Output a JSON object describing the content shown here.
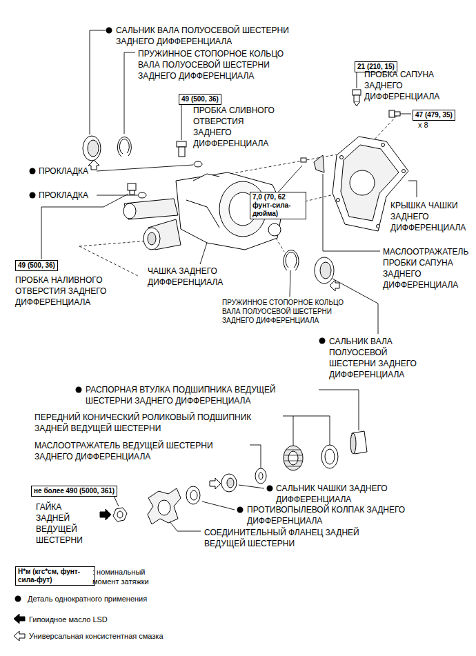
{
  "diagram": {
    "nodes": [
      {
        "text": [
          "21 (210, 15)"
        ]
      },
      {
        "text": [
          "49 (500, 36)"
        ]
      },
      {
        "text": [
          "47 (479, 35)"
        ]
      },
      {
        "text": [
          "7,0 (70, 62 фунт-сила-дюйма)"
        ]
      },
      {
        "text": [
          "49 (500, 36)"
        ]
      },
      {
        "text": [
          "не более 490 (5000, 361)"
        ]
      },
      {
        "text": [
          "Н*м (кгс*см, фунт-сила-фут)"
        ]
      }
    ],
    "labels": [
      "САЛЬНИК ВАЛА ПОЛУОСЕВОЙ ШЕСТЕРНИ ЗАДНЕГО ДИФФЕРЕНЦИАЛА",
      "ПРУЖИННОЕ СТОПОРНОЕ КОЛЬЦО ВАЛА ПОЛУОСЕВОЙ ШЕСТЕРНИ ЗАДНЕГО ДИФФЕРЕНЦИАЛА",
      "ПРОБКА СЛИВНОГО ОТВЕРСТИЯ ЗАДНЕГО ДИФФЕРЕНЦИАЛА",
      "ПРОБКА САПУНА ЗАДНЕГО ДИФФЕРЕНЦИАЛА",
      "x 8",
      "ПРОКЛАДКА",
      "ПРОКЛАДКА",
      "КРЫШКА ЧАШКИ ЗАДНЕГО ДИФФЕРЕНЦИАЛА",
      "МАСЛООТРАЖАТЕЛЬ ПРОБКИ САПУНА ЗАДНЕГО ДИФФЕРЕНЦИАЛА",
      "ПРОБКА НАЛИВНОГО ОТВЕРСТИЯ ЗАДНЕГО ДИФФЕРЕНЦИАЛА",
      "ЧАШКА ЗАДНЕГО ДИФФЕРЕНЦИАЛА",
      "ПРУЖИННОЕ СТОПОРНОЕ КОЛЬЦО ВАЛА ПОЛУОСЕВОЙ ШЕСТЕРНИ ЗАДНЕГО ДИФФЕРЕНЦИАЛА",
      "САЛЬНИК ВАЛА ПОЛУОСЕВОЙ ШЕСТЕРНИ ЗАДНЕГО ДИФФЕРЕНЦИАЛА",
      "РАСПОРНАЯ ВТУЛКА ПОДШИПНИКА ВЕДУЩЕЙ ШЕСТЕРНИ ЗАДНЕГО ДИФФЕРЕНЦИАЛА",
      "ПЕРЕДНИЙ КОНИЧЕСКИЙ РОЛИКОВЫЙ ПОДШИПНИК ЗАДНЕЙ ВЕДУЩЕЙ ШЕСТЕРНИ",
      "МАСЛООТРАЖАТЕЛЬ ВЕДУЩЕЙ ШЕСТЕРНИ ЗАДНЕГО ДИФФЕРЕНЦИАЛА",
      "САЛЬНИК ЧАШКИ ЗАДНЕГО ДИФФЕРЕНЦИАЛА",
      "ГАЙКА ЗАДНЕЙ ВЕДУЩЕЙ ШЕСТЕРНИ",
      "ПРОТИВОПЫЛЕВОЙ КОЛПАК ЗАДНЕГО ДИФФЕРЕНЦИАЛА",
      "СОЕДИНИТЕЛЬНЫЙ ФЛАНЕЦ ЗАДНЕЙ ВЕДУЩЕЙ ШЕСТЕРНИ",
      ": номинальный момент затяжки"
    ],
    "legend": [
      {
        "text": "Деталь однократного применения"
      },
      {
        "text": "Гипоидное масло LSD"
      },
      {
        "text": "Универсальная консистентная смазка"
      }
    ]
  }
}
